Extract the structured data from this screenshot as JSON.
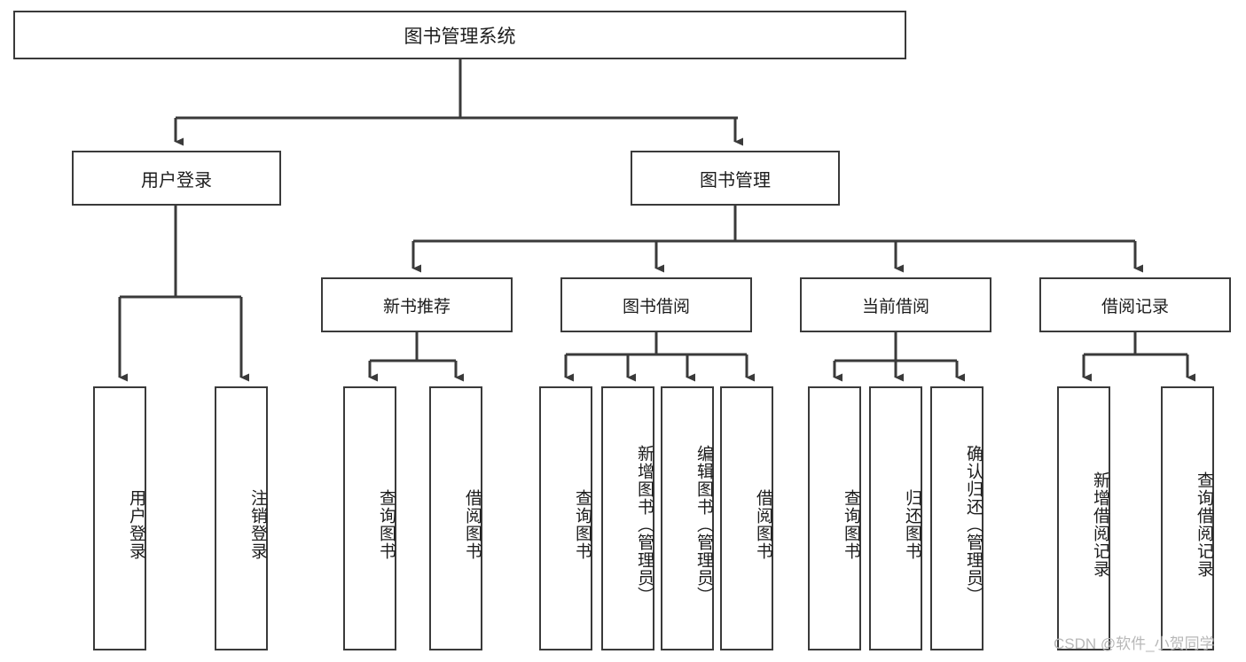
{
  "diagram": {
    "title": "图书管理系统",
    "type": "tree-hierarchy",
    "root": {
      "label": "图书管理系统"
    },
    "level2": [
      {
        "label": "用户登录"
      },
      {
        "label": "图书管理"
      }
    ],
    "level3": [
      {
        "label": "新书推荐"
      },
      {
        "label": "图书借阅"
      },
      {
        "label": "当前借阅"
      },
      {
        "label": "借阅记录"
      }
    ],
    "leaves": {
      "user_login": [
        {
          "label": "用户登录"
        },
        {
          "label": "注销登录"
        }
      ],
      "new_book_recommend": [
        {
          "label": "查询图书"
        },
        {
          "label": "借阅图书"
        }
      ],
      "book_borrow": [
        {
          "label": "查询图书"
        },
        {
          "label": "新增图书（管理员）"
        },
        {
          "label": "编辑图书（管理员）"
        },
        {
          "label": "借阅图书"
        }
      ],
      "current_borrow": [
        {
          "label": "查询图书"
        },
        {
          "label": "归还图书"
        },
        {
          "label": "确认归还（管理员）"
        }
      ],
      "borrow_records": [
        {
          "label": "新增借阅记录"
        },
        {
          "label": "查询借阅记录"
        }
      ]
    }
  },
  "watermark": {
    "text": "CSDN @软件_小贺同学"
  },
  "colors": {
    "border": "#3a3a3a",
    "text": "#1c1c1c",
    "background": "#ffffff",
    "watermark": "#b8b8b8"
  }
}
